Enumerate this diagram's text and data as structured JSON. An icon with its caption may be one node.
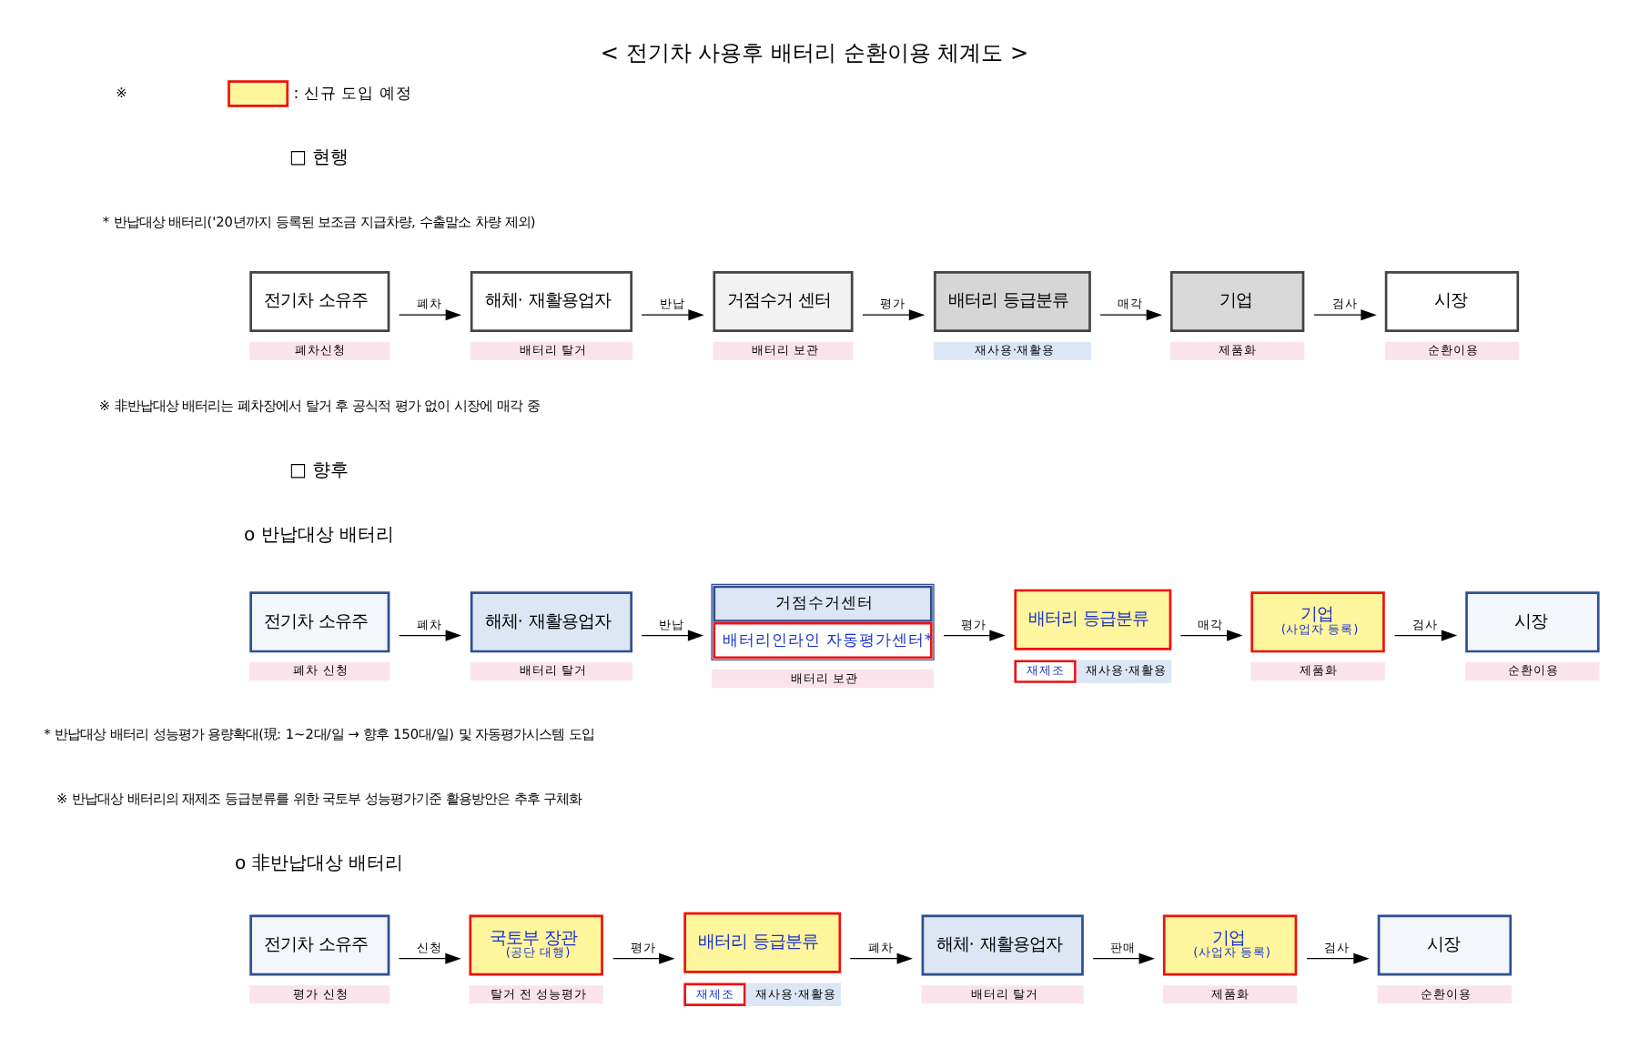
{
  "diagram": {
    "title": "< 전기차 사용후 배터리 순환이용 체계도 >",
    "nodes": [
      {
        "text": [
          "전기차 소유주"
        ],
        "beside": [
          "폐차신청"
        ]
      },
      {
        "text": [
          "해체· 재활용업자"
        ],
        "beside": [
          "배터리 탈거"
        ]
      },
      {
        "text": [
          "거점수거 센터"
        ],
        "beside": [
          "배터리 보관"
        ]
      },
      {
        "text": [
          "배터리 등급분류"
        ],
        "beside": [
          "재사용·재활용"
        ]
      },
      {
        "text": [
          "기업"
        ],
        "beside": [
          "제품화"
        ]
      },
      {
        "text": [
          "시장"
        ],
        "beside": [
          "순환이용"
        ]
      },
      {
        "text": [
          "전기차 소유주"
        ],
        "beside": [
          "폐차 신청"
        ]
      },
      {
        "text": [
          "해체· 재활용업자"
        ],
        "beside": [
          "배터리 탈거"
        ]
      },
      {
        "text": [
          "거점수거센터",
          "배터리인라인 자동평가센터*"
        ],
        "beside": [
          "배터리 보관"
        ]
      },
      {
        "text": [
          "배터리 등급분류"
        ],
        "beside": [
          "재제조",
          "재사용·재활용"
        ]
      },
      {
        "text": [
          "기업",
          "(사업자 등록)"
        ],
        "beside": [
          "제품화"
        ]
      },
      {
        "text": [
          "시장"
        ],
        "beside": [
          "순환이용"
        ]
      },
      {
        "text": [
          "전기차 소유주"
        ],
        "beside": [
          "평가 신청"
        ]
      },
      {
        "text": [
          "국토부 장관",
          "(공단 대행)"
        ],
        "beside": [
          "탈거 전 성능평가"
        ]
      },
      {
        "text": [
          "배터리 등급분류"
        ],
        "beside": [
          "재제조",
          "재사용·재활용"
        ]
      },
      {
        "text": [
          "해체· 재활용업자"
        ],
        "beside": [
          "배터리 탈거"
        ]
      },
      {
        "text": [
          "기업",
          "(사업자 등록)"
        ],
        "beside": [
          "제품화"
        ]
      },
      {
        "text": [
          "시장"
        ],
        "beside": [
          "순환이용"
        ]
      }
    ],
    "edges": [
      {
        "from": 0,
        "to": 1,
        "arrow": "to",
        "label": "폐차"
      },
      {
        "from": 1,
        "to": 2,
        "arrow": "to",
        "label": "반납"
      },
      {
        "from": 2,
        "to": 3,
        "arrow": "to",
        "label": "평가"
      },
      {
        "from": 3,
        "to": 4,
        "arrow": "to",
        "label": "매각"
      },
      {
        "from": 4,
        "to": 5,
        "arrow": "to",
        "label": "검사"
      },
      {
        "from": 6,
        "to": 7,
        "arrow": "to",
        "label": "폐차"
      },
      {
        "from": 7,
        "to": 8,
        "arrow": "to",
        "label": "반납"
      },
      {
        "from": 8,
        "to": 9,
        "arrow": "to",
        "label": "평가"
      },
      {
        "from": 9,
        "to": 10,
        "arrow": "to",
        "label": "매각"
      },
      {
        "from": 10,
        "to": 11,
        "arrow": "to",
        "label": "검사"
      },
      {
        "from": 12,
        "to": 13,
        "arrow": "to",
        "label": "신청"
      },
      {
        "from": 13,
        "to": 14,
        "arrow": "to",
        "label": "평가"
      },
      {
        "from": 14,
        "to": 15,
        "arrow": "to",
        "label": "폐차"
      },
      {
        "from": 15,
        "to": 16,
        "arrow": "to",
        "label": "판매"
      },
      {
        "from": 16,
        "to": 17,
        "arrow": "to",
        "label": "검사"
      }
    ],
    "labels": [
      "※",
      "□ 현행",
      "* 반납대상 배터리('20년까지 등록된 보조금 지급차량, 수출말소 차량 제외)",
      "※ 非반납대상 배터리는 폐차장에서 탈거 후 공식적 평가 없이 시장에 매각 중",
      "□ 향후",
      "o 반납대상 배터리",
      "* 반납대상 배터리 성능평가 용량확대(現: 1~2대/일 → 향후 150대/일) 및 자동평가시스템 도입",
      "※ 반납대상 배터리의 재제조 등급분류를 위한 국토부 성능평가기준 활용방안은 추후 구체화",
      "o 非반납대상 배터리"
    ],
    "legend": [
      {
        "text": ": 신규 도입 예정",
        "color": "#fff59d"
      }
    ]
  }
}
